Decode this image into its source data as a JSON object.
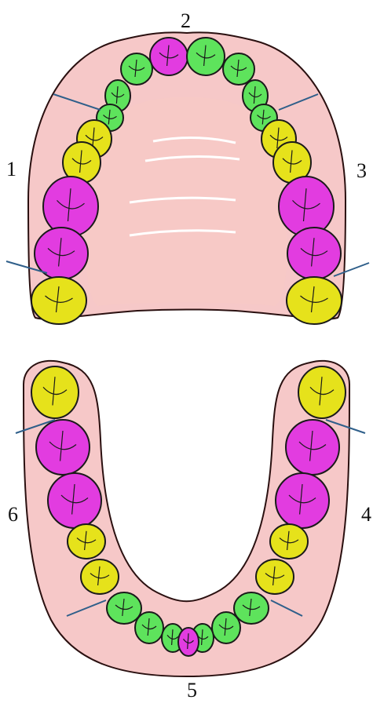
{
  "labels": {
    "upper_left": "1",
    "upper_front": "2",
    "upper_right": "3",
    "lower_right": "4",
    "lower_front": "5",
    "lower_left": "6"
  },
  "colors": {
    "gum": "#f6c8c8",
    "gum_edge": "#2a1010",
    "palate": "#f7c9c6",
    "palate_ridge": "#ffffff",
    "incisor_green": "#5ee35c",
    "canine_purple": "#e23ce0",
    "premolar_yellow": "#e6e21b",
    "molar_purple": "#e23ce0",
    "outline": "#1a1a1a",
    "divider_line": "#2f5f8a"
  }
}
